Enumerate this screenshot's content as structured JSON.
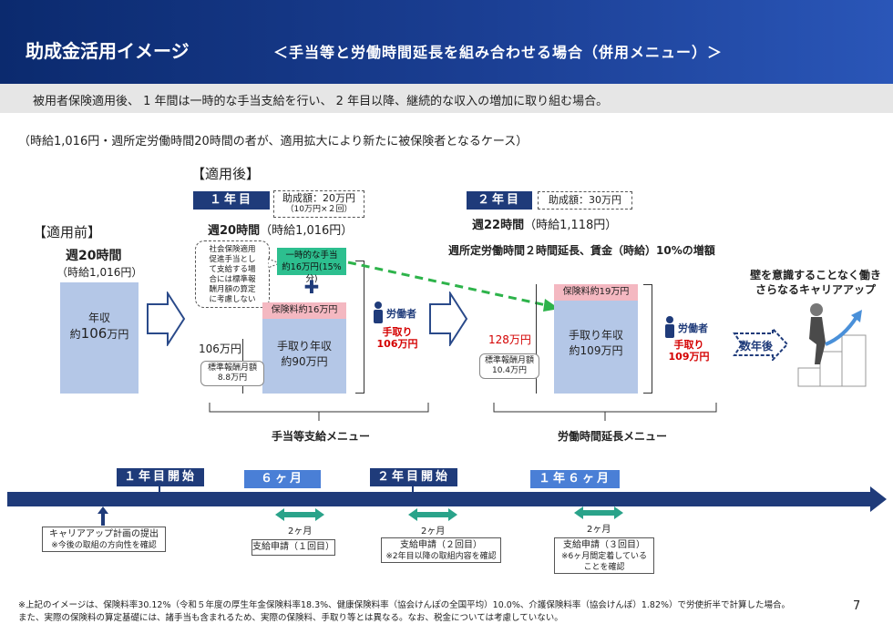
{
  "header": {
    "title": "助成金活用イメージ",
    "subtitle": "＜手当等と労働時間延長を組み合わせる場合（併用メニュー）＞"
  },
  "summary": "被用者保険適用後、 1 年間は一時的な手当支給を行い、 2 年目以降、継続的な収入の増加に取り組む場合。",
  "case_note": "（時給1,016円・週所定労働時間20時間の者が、適用拡大により新たに被保険者となるケース）",
  "before": {
    "heading": "【適用前】",
    "hours": "週20時間",
    "wage": "（時給1,016円）",
    "box_line1": "年収",
    "box_line2_prefix": "約",
    "box_line2_num": "106",
    "box_line2_unit": "万円"
  },
  "after": {
    "heading": "【適用後】",
    "year1": {
      "tag": "１年目",
      "grant_line1": "助成額：20万円",
      "grant_line2": "（10万円×２回）",
      "hours": "週20時間",
      "wage": "（時給1,016円）",
      "callout": [
        "社会保険適用",
        "促進手当とし",
        "て支給する場",
        "合には標準報",
        "酬月額の算定",
        "に考慮しない"
      ],
      "temp_allowance_line1": "一時的な手当",
      "temp_allowance_line2": "約16万円(15%分)",
      "plus": "✚",
      "insurance": "保険料約16万円",
      "takehome_line1": "手取り年収",
      "takehome_line2": "約90万円",
      "income_left": "106万円",
      "std_line1": "標準報酬月額",
      "std_line2": "8.8万円",
      "worker_label": "労働者",
      "worker_take_line1": "手取り",
      "worker_take_line2": "106万円"
    },
    "year2": {
      "tag": "２年目",
      "grant": "助成額：30万円",
      "hours": "週22時間",
      "wage": "（時給1,118円）",
      "extension_note": "週所定労働時間２時間延長、賃金（時給）10%の増額",
      "insurance": "保険料約19万円",
      "takehome_line1": "手取り年収",
      "takehome_line2": "約109万円",
      "income_left": "128万円",
      "std_line1": "標準報酬月額",
      "std_line2": "10.4万円",
      "worker_label": "労働者",
      "worker_take_line1": "手取り",
      "worker_take_line2": "109万円"
    },
    "menu1": "手当等支給メニュー",
    "menu2": "労働時間延長メニュー"
  },
  "career": {
    "line1": "壁を意識することなく働き",
    "line2": "さらなるキャリアアップ",
    "years_later": "数年後"
  },
  "timeline": {
    "marks": [
      {
        "label": "１年目開始",
        "style": "navy"
      },
      {
        "label": "６ヶ月",
        "style": "light"
      },
      {
        "label": "２年目開始",
        "style": "navy"
      },
      {
        "label": "１年６ヶ月",
        "style": "light"
      }
    ],
    "career_plan_line1": "キャリアアップ計画の提出",
    "career_plan_line2": "※今後の取組の方向性を確認",
    "period": "2ヶ月",
    "apply1": "支給申請（１回目）",
    "apply2_line1": "支給申請（２回目）",
    "apply2_line2": "※2年目以降の取組内容を確認",
    "apply3_line1": "支給申請（３回目）",
    "apply3_line2": "※6ヶ月間定着している",
    "apply3_line3": "ことを確認"
  },
  "footnotes": [
    "※上記のイメージは、保険料率30.12%（令和５年度の厚生年金保険料率18.3%、健康保険料率（協会けんぽの全国平均）10.0%、介護保険料率（協会けんぽ）1.82%）で労使折半で計算した場合。",
    "また、実際の保険料の算定基礎には、諸手当も含まれるため、実際の保険料、手取り等とは異なる。なお、税金については考慮していない。"
  ],
  "page_number": "7",
  "colors": {
    "navy": "#1f3b7a",
    "light_blue_box": "#b4c7e7",
    "pink": "#f4b8c1",
    "green": "#2dbf8f",
    "red": "#d40000"
  }
}
